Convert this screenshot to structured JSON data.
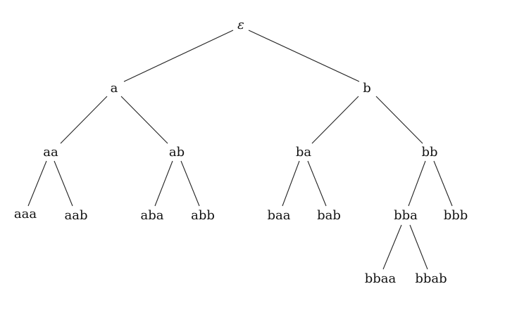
{
  "tree": {
    "root": "ε",
    "level1": [
      "a",
      "b"
    ],
    "level2": [
      "aa",
      "ab",
      "ba",
      "bb"
    ],
    "level3": [
      "aaa",
      "aab",
      "aba",
      "abb",
      "baa",
      "bab",
      "bba",
      "bbb"
    ],
    "level4": [
      "bbaa",
      "bbab"
    ]
  }
}
